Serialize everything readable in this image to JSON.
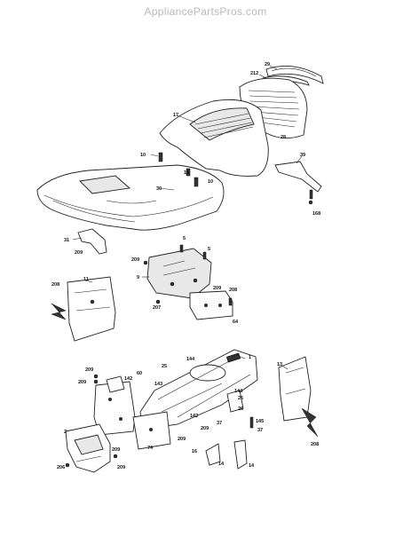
{
  "watermark": "AppliancePartsPros.com",
  "callouts": {
    "c_29": "29",
    "c_212": "212",
    "c_28": "28",
    "c_17": "17",
    "c_10a": "10",
    "c_18": "18",
    "c_10b": "10",
    "c_30": "30",
    "c_39": "39",
    "c_168": "168",
    "c_31": "31",
    "c_209a": "209",
    "c_5a": "5",
    "c_5b": "5",
    "c_209b": "209",
    "c_9": "9",
    "c_11": "11",
    "c_208a": "208",
    "c_209c": "209",
    "c_208b": "208",
    "c_207": "207",
    "c_64": "64",
    "c_144a": "144",
    "c_25": "25",
    "c_1": "1",
    "c_13": "13",
    "c_209d": "209",
    "c_209e": "209",
    "c_142a": "142",
    "c_60": "60",
    "c_143": "143",
    "c_144b": "144",
    "c_26a": "26",
    "c_26b": "26",
    "c_37a": "37",
    "c_145": "145",
    "c_37b": "37",
    "c_142b": "142",
    "c_209f": "209",
    "c_209g": "209",
    "c_74": "74",
    "c_2": "2",
    "c_209h": "209",
    "c_206": "206",
    "c_209i": "209",
    "c_16": "16",
    "c_14a": "14",
    "c_14b": "14",
    "c_208c": "208"
  }
}
